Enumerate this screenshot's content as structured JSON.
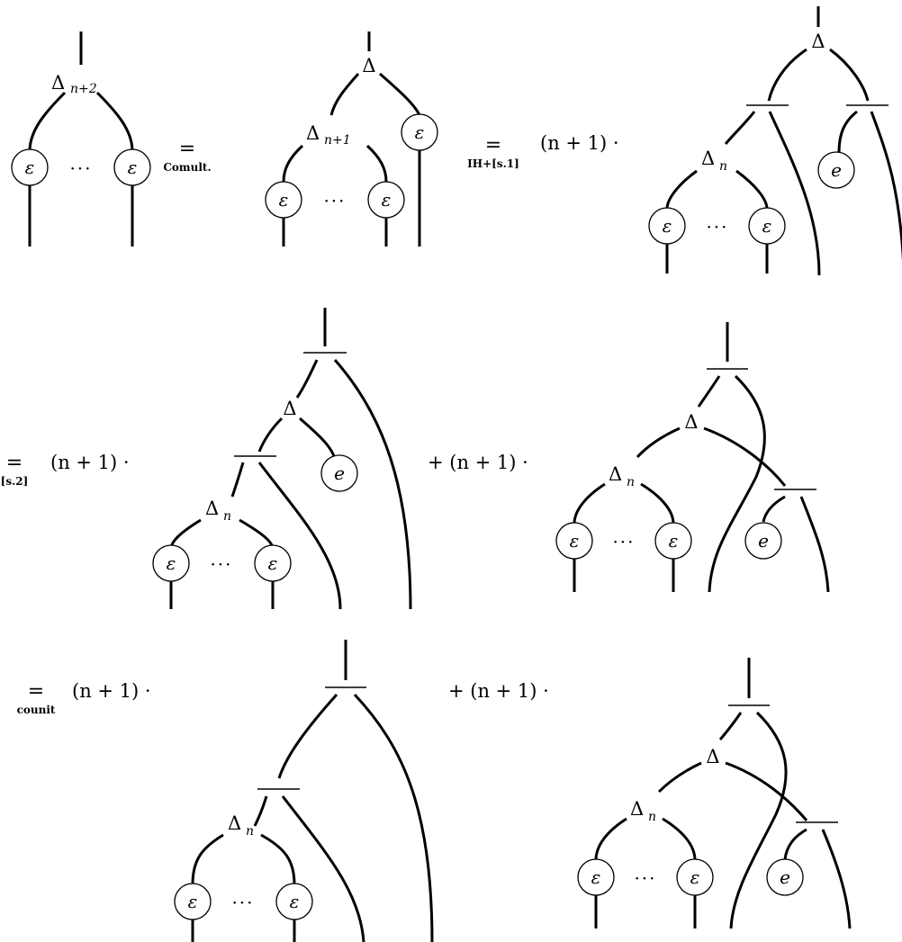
{
  "symbols": {
    "delta": "Δ",
    "epsilon": "ε",
    "e": "e",
    "dots": "···",
    "equals": "="
  },
  "delta_subscripts": {
    "n_plus_2": "n+2",
    "n_plus_1": "n+1",
    "n": "n"
  },
  "steps": [
    {
      "justification": "Comult."
    },
    {
      "justification": "IH+[s.1]",
      "coefficient": "(n + 1) ·"
    },
    {
      "justification": "[s.2]",
      "coefficient": "(n + 1) ·",
      "plus_term": "+ (n + 1) ·"
    },
    {
      "justification": "counit",
      "coefficient": "(n + 1) ·",
      "plus_term": "+ (n + 1) ·"
    }
  ]
}
